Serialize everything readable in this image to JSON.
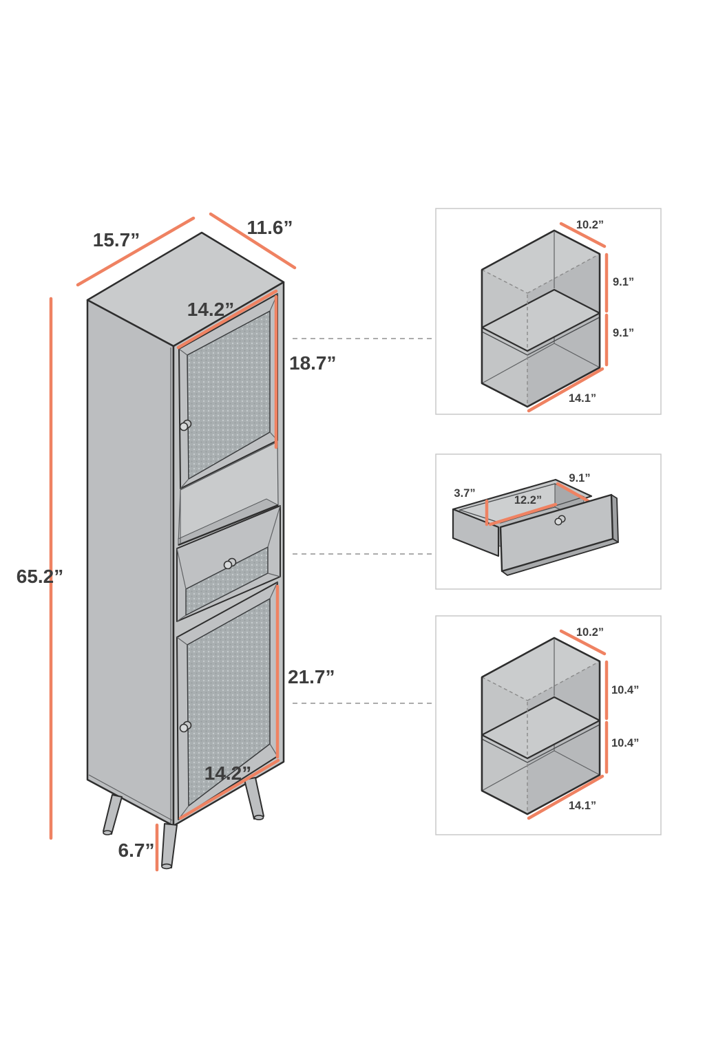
{
  "figure": {
    "title": "Cabinet dimension diagram",
    "colors": {
      "accent": "#EF8262",
      "line": "#2e2e2e",
      "text": "#3d3d3d",
      "body_fill": "#bfc1c3",
      "mesh_fill": "#a9afb1"
    },
    "cabinet": {
      "width": "15.7”",
      "depth": "11.6”",
      "height": "65.2”",
      "door_width_top": "14.2”",
      "upper_door_height": "18.7”",
      "lower_door_height": "21.7”",
      "door_width_bottom": "14.2”",
      "leg_height": "6.7”"
    },
    "upper_compartment": {
      "width_top": "10.2”",
      "height_upper": "9.1”",
      "height_lower": "9.1”",
      "width_bottom": "14.1”"
    },
    "drawer": {
      "height": "3.7”",
      "inner_length": "12.2”",
      "inner_width": "9.1”"
    },
    "lower_compartment": {
      "width_top": "10.2”",
      "height_upper": "10.4”",
      "height_lower": "10.4”",
      "width_bottom": "14.1”"
    }
  }
}
